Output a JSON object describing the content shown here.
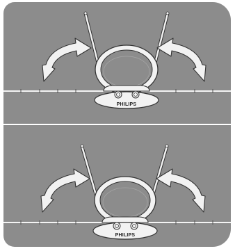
{
  "illustration": {
    "panels": [
      {
        "id": "top",
        "antenna_state": "rotating"
      },
      {
        "id": "bottom",
        "antenna_state": "rotating"
      }
    ],
    "brand": "PHILIPS",
    "colors": {
      "background": "#8c8c8c",
      "antenna": "#f2f2f2",
      "outline": "#333333",
      "shelf_line": "#f4f4f4"
    },
    "icons": [
      "curved-arrow-left-icon",
      "curved-arrow-right-icon"
    ]
  }
}
